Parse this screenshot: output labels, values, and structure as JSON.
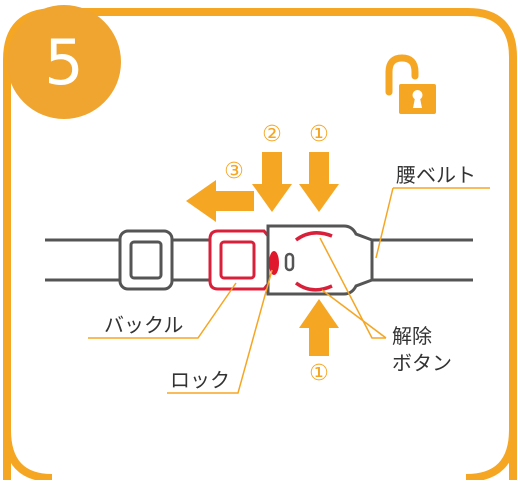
{
  "step": {
    "number": "5"
  },
  "arrows": {
    "step1_top": "①",
    "step2": "②",
    "step3": "③",
    "step1_bottom": "①"
  },
  "labels": {
    "waist_belt": "腰ベルト",
    "buckle": "バックル",
    "lock": "ロック",
    "release_button_line1": "解除",
    "release_button_line2": "ボタン"
  },
  "colors": {
    "accent_orange": "#F5A623",
    "step_badge": "#EFA530",
    "outline_gray": "#555555",
    "buckle_red": "#D9203A",
    "lock_red": "#E0182D"
  },
  "icons": {
    "status": "unlocked-padlock-icon"
  }
}
